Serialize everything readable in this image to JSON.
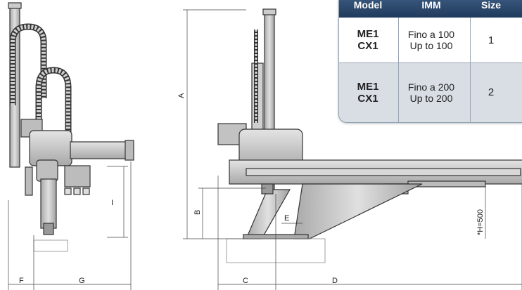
{
  "dimensions": {
    "A": "A",
    "B": "B",
    "C": "C",
    "D": "D",
    "E": "E",
    "F": "F",
    "G": "G",
    "I": "I",
    "H": "*H=500"
  },
  "table": {
    "headers": [
      "Model",
      "IMM",
      "Size"
    ],
    "rows": [
      {
        "model_line1": "ME1",
        "model_line2": "CX1",
        "imm_line1": "Fino a 100",
        "imm_line2": "Up to 100",
        "size": "1"
      },
      {
        "model_line1": "ME1",
        "model_line2": "CX1",
        "imm_line1": "Fino a 200",
        "imm_line2": "Up to 200",
        "size": "2"
      }
    ]
  },
  "colors": {
    "machine_fill": "#c8c8c8",
    "machine_stroke": "#333333",
    "table_header": "#2b4a70"
  }
}
